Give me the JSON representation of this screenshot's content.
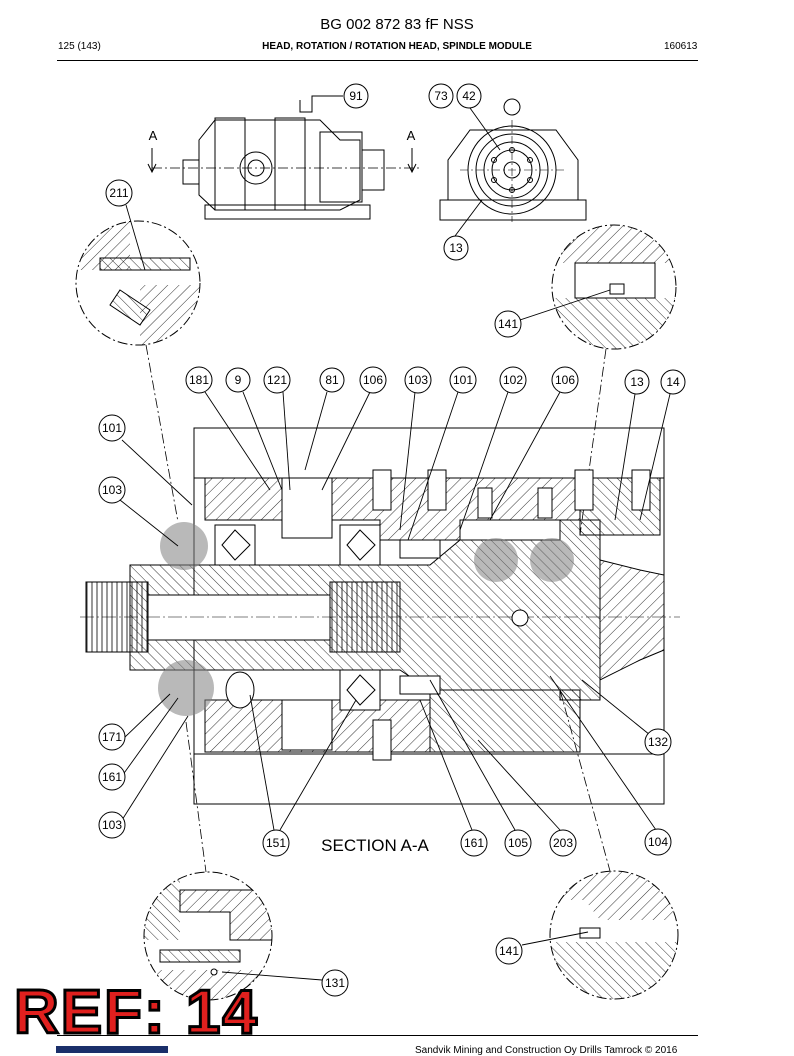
{
  "document": {
    "title": "BG 002 872 83 fF NSS",
    "page": "125 (143)",
    "heading": "HEAD, ROTATION / ROTATION HEAD, SPINDLE MODULE",
    "code": "160613",
    "footer": "Sandvik Mining and Construction Oy Drills Tamrock © 2016"
  },
  "drawing": {
    "section_caption": "SECTION A-A",
    "section_marker": "A",
    "callouts": [
      "91",
      "73",
      "42",
      "211",
      "13",
      "141",
      "181",
      "9",
      "121",
      "81",
      "106",
      "103",
      "101",
      "102",
      "106",
      "13",
      "14",
      "101",
      "103",
      "171",
      "161",
      "103",
      "151",
      "161",
      "105",
      "203",
      "104",
      "132",
      "141",
      "131"
    ]
  },
  "stamp": {
    "text": "REF: 14",
    "color": "#e0201e"
  }
}
